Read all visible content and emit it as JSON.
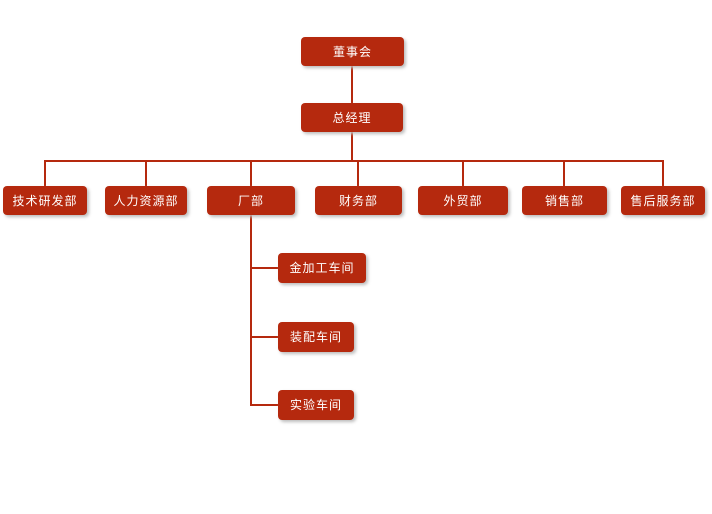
{
  "diagram": {
    "type": "org-chart",
    "background": "#ffffff",
    "node_fill": "#b5290e",
    "node_text_color": "#ffffff",
    "connector_color": "#b5290e"
  },
  "nodes": {
    "board": "董事会",
    "general_manager": "总经理",
    "tech_rd": "技术研发部",
    "hr": "人力资源部",
    "factory": "厂部",
    "finance": "财务部",
    "foreign_trade": "外贸部",
    "sales": "销售部",
    "after_sales": "售后服务部",
    "metal_workshop": "金加工车间",
    "assembly_workshop": "装配车间",
    "experiment_workshop": "实验车间"
  },
  "hierarchy": {
    "id": "board",
    "children": [
      {
        "id": "general_manager",
        "children": [
          {
            "id": "tech_rd"
          },
          {
            "id": "hr"
          },
          {
            "id": "factory",
            "children": [
              {
                "id": "metal_workshop"
              },
              {
                "id": "assembly_workshop"
              },
              {
                "id": "experiment_workshop"
              }
            ]
          },
          {
            "id": "finance"
          },
          {
            "id": "foreign_trade"
          },
          {
            "id": "sales"
          },
          {
            "id": "after_sales"
          }
        ]
      }
    ]
  }
}
